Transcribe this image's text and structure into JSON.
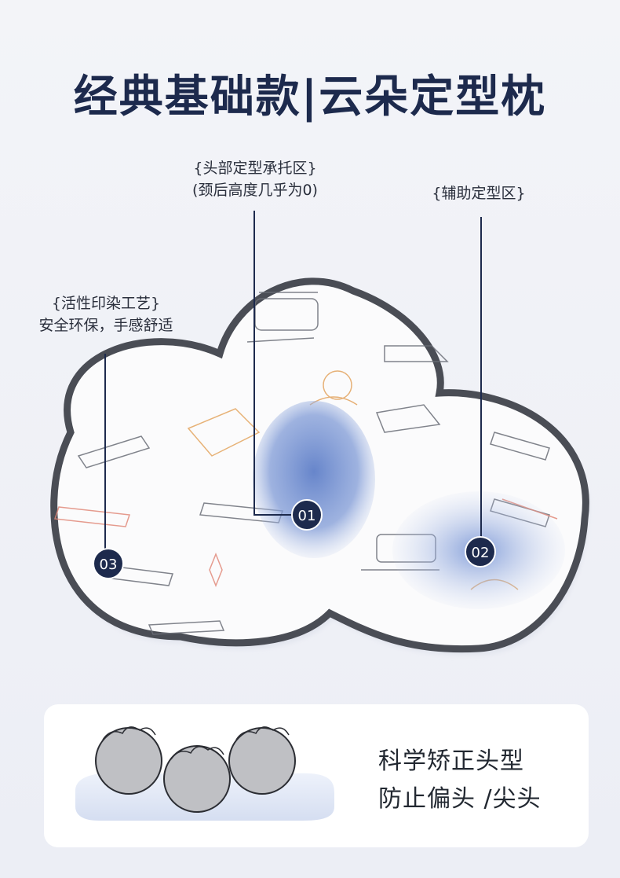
{
  "title": "经典基础款|云朵定型枕",
  "zones": [
    {
      "id": "01",
      "label_line1": "{头部定型承托区}",
      "label_line2": "(颈后高度几乎为0)"
    },
    {
      "id": "02",
      "label_line1": "{辅助定型区}",
      "label_line2": ""
    },
    {
      "id": "03",
      "label_line1": "{活性印染工艺}",
      "label_line2": "安全环保，手感舒适"
    }
  ],
  "features": [
    "科学矫正头型",
    "防止偏头 /尖头"
  ],
  "colors": {
    "navy": "#1d2a4d",
    "pillow_edge": "#4a4d55",
    "pressure_blue": "#6f8fd0"
  }
}
